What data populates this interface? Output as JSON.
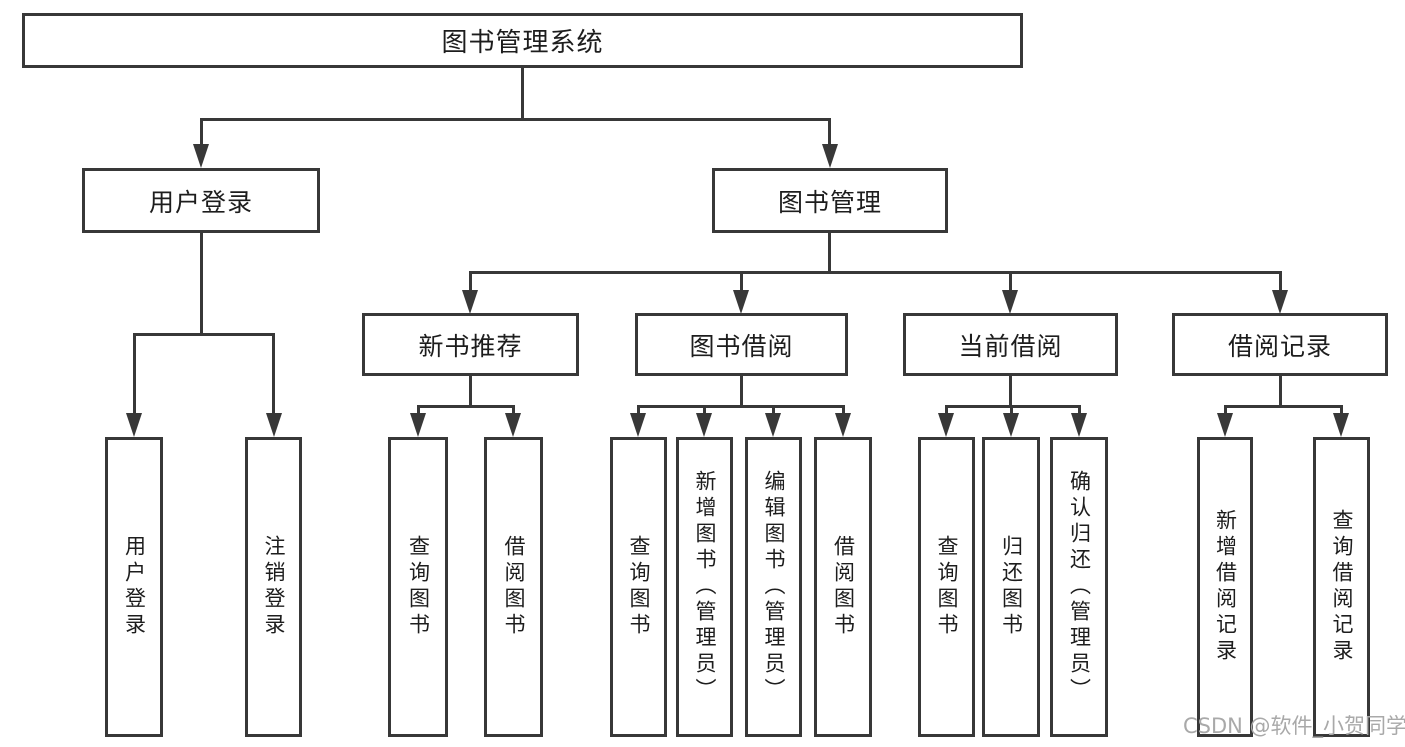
{
  "diagram": {
    "root": {
      "label": "图书管理系统"
    },
    "level2": [
      {
        "label": "用户登录"
      },
      {
        "label": "图书管理"
      }
    ],
    "level3": [
      {
        "label": "新书推荐"
      },
      {
        "label": "图书借阅"
      },
      {
        "label": "当前借阅"
      },
      {
        "label": "借阅记录"
      }
    ],
    "leaves": {
      "user_login": [
        "用户登录",
        "注销登录"
      ],
      "new_book_recommend": [
        "查询图书",
        "借阅图书"
      ],
      "book_borrow": [
        "查询图书",
        "新增图书（管理员）",
        "编辑图书（管理员）",
        "借阅图书"
      ],
      "current_borrow": [
        "查询图书",
        "归还图书",
        "确认归还（管理员）"
      ],
      "borrow_record": [
        "新增借阅记录",
        "查询借阅记录"
      ]
    },
    "watermark": "CSDN @软件_小贺同学",
    "colors": {
      "line": "#383838",
      "text": "#1d1d1d",
      "watermark": "#a9a9a9",
      "background": "#ffffff"
    }
  }
}
